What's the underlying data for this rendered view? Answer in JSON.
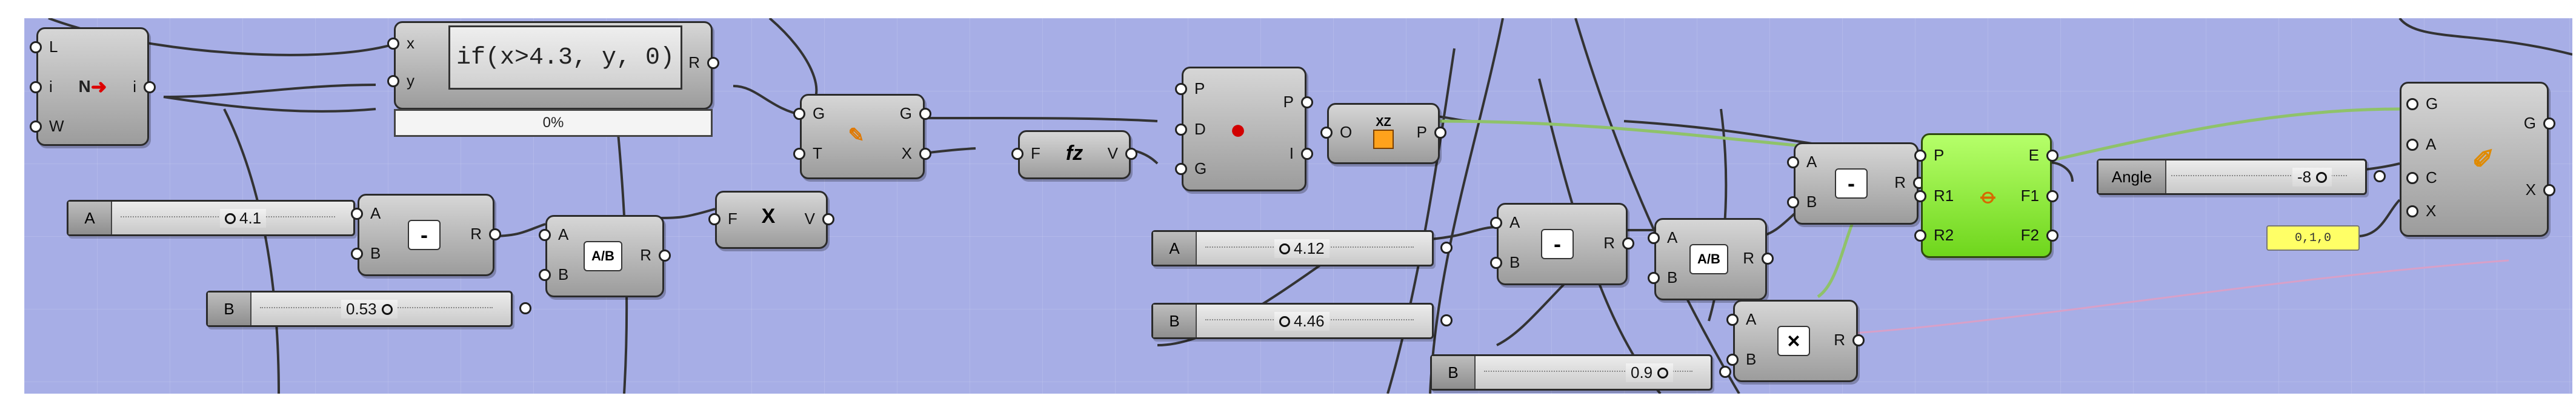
{
  "canvas": {
    "background": "#a7aee6"
  },
  "expression": {
    "text": "if(x>4.3, y, 0)",
    "progress_label": "0%"
  },
  "sliders": {
    "a1": {
      "name": "A",
      "value": "4.1"
    },
    "b1": {
      "name": "B",
      "value": "0.53"
    },
    "a2": {
      "name": "A",
      "value": "4.12"
    },
    "b2": {
      "name": "B",
      "value": "4.46"
    },
    "b3": {
      "name": "B",
      "value": "0.9"
    },
    "angle": {
      "name": "Angle",
      "value": "-8"
    }
  },
  "panel": {
    "text": "0,1,0"
  },
  "components": {
    "num": {
      "in": [
        "L",
        "i",
        "W"
      ],
      "out": "i",
      "icon": "N"
    },
    "expr": {
      "in": [
        "x",
        "y"
      ],
      "out": "R"
    },
    "sub1": {
      "in": [
        "A",
        "B"
      ],
      "out": "R",
      "icon": "-"
    },
    "div1": {
      "in": [
        "A",
        "B"
      ],
      "out": "R",
      "icon": "A/B"
    },
    "graph": {
      "in": [
        "F"
      ],
      "out": "V",
      "icon": "X"
    },
    "eval": {
      "in": [
        "G",
        "T"
      ],
      "out": [
        "G",
        "X"
      ]
    },
    "fz": {
      "in": [
        "F"
      ],
      "out": "V",
      "icon": "fz"
    },
    "pdg": {
      "in": [
        "P",
        "D",
        "G"
      ],
      "out": [
        "P",
        "I"
      ]
    },
    "xz": {
      "in": [
        "O"
      ],
      "out": "P",
      "icon": "XZ"
    },
    "sub2": {
      "in": [
        "A",
        "B"
      ],
      "out": "R",
      "icon": "-"
    },
    "div2": {
      "in": [
        "A",
        "B"
      ],
      "out": "R",
      "icon": "A/B"
    },
    "sub3": {
      "in": [
        "A",
        "B"
      ],
      "out": "R",
      "icon": "-"
    },
    "mul": {
      "in": [
        "A",
        "B"
      ],
      "out": "R",
      "icon": "×"
    },
    "rot": {
      "in": [
        "P",
        "R1",
        "R2"
      ],
      "out": [
        "E",
        "F1",
        "F2"
      ]
    },
    "final": {
      "in": [
        "G",
        "A",
        "C",
        "X"
      ],
      "out": [
        "G",
        "X"
      ]
    }
  },
  "colors": {
    "green": "#7ee22a",
    "wire": "#333333",
    "highlight_wire": "#8fc26a"
  }
}
